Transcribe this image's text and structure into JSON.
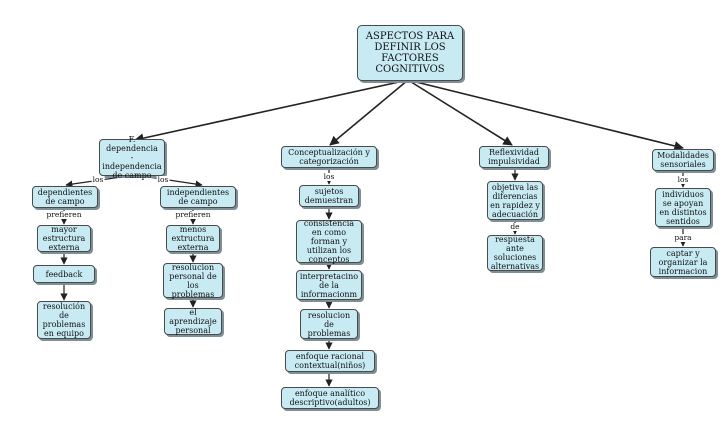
{
  "diagram": {
    "type": "concept-map",
    "colors": {
      "node_fill": "#c7eaf3",
      "node_border": "#4a4a4a",
      "edge": "#222222"
    },
    "nodes": {
      "root": "ASPECTOS PARA\nDEFINIR LOS\nFACTORES\nCOGNITIVOS",
      "dependencia": "F. dependencia\n-\nindependencia\nde campo",
      "conceptualizacion": "Conceptualización y\ncategorización",
      "reflexividad": "Reflexividad\nimpulsividad",
      "modalidades": "Modalidades\nsensoriales",
      "dependientes": "dependientes\nde campo",
      "independientes": "independientes\nde campo",
      "mayor_estructura": "mayor\nestructura\nexterna",
      "menos_estructura": "menos\nextructura\nexterna",
      "feedback": "feedback",
      "resolucion_equipo": "resolución\nde\nproblemas\nen equipo",
      "resolucion_personal": "resolucion\npersonal de\nlos\nproblemas",
      "aprendizaje_personal": "el\naprendizaje\npersonal",
      "sujetos": "sujetos\ndemuestran",
      "consistencia": "consistencia\nen como\nforman y\nutilizan los\nconceptos",
      "interpretacion": "interpretacino\nde la\ninformacionm",
      "resolucion_problemas": "resolucion\nde\nproblemas",
      "enfoque_racional": "enfoque racional\ncontextual(niños)",
      "enfoque_analitico": "enfoque analítico\ndescriptivo(adultos)",
      "objetiva": "objetiva las\ndiferencias\nen rapidez y\nadecuación",
      "respuesta": "respuesta\nante\nsoluciones\nalternativas",
      "individuos": "individuos\nse apoyan\nen distintos\nsentidos",
      "captar": "captar y\norganizar la\ninformacion"
    },
    "link_labels": {
      "los_left": "los",
      "los_right": "los",
      "prefieren_1": "prefieren",
      "prefieren_2": "prefieren",
      "los_center": "los",
      "de": "de",
      "los_far": "los",
      "para": "para"
    }
  }
}
